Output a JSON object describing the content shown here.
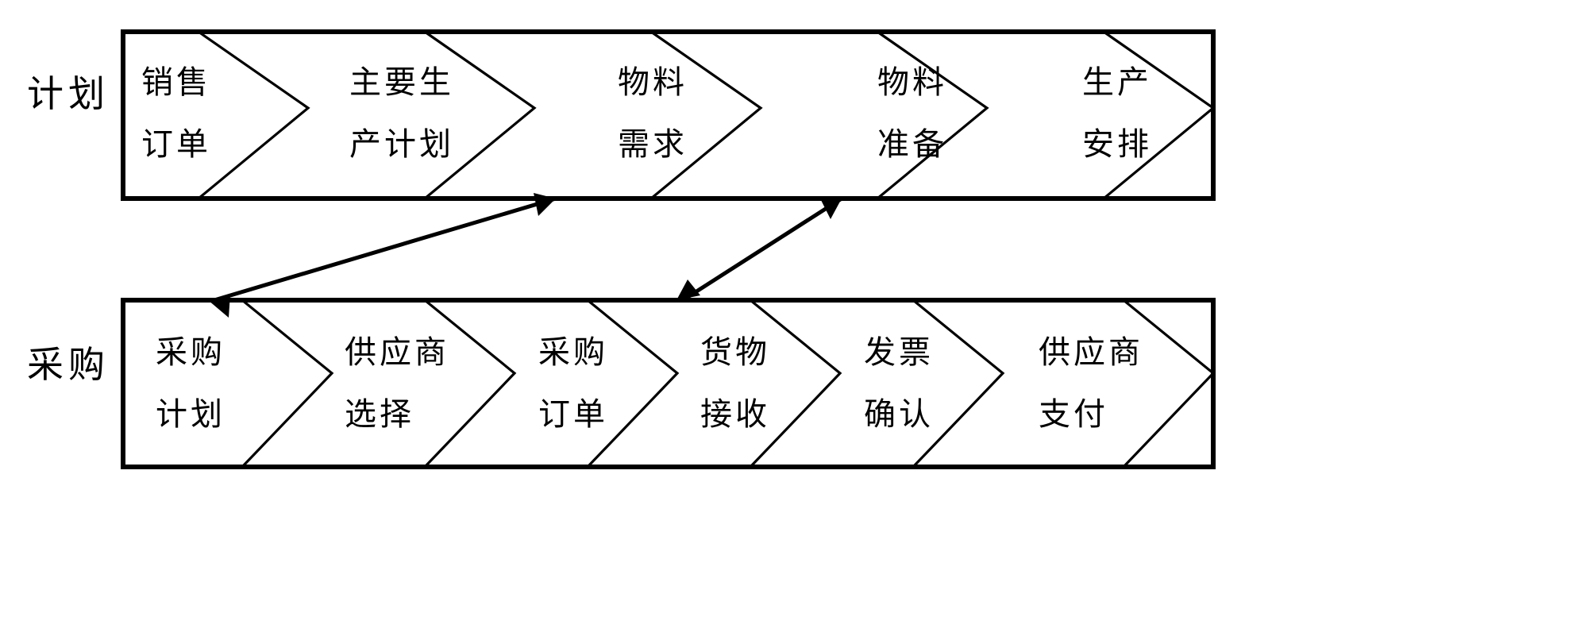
{
  "diagram": {
    "title": "",
    "type": "chevron-process-diagram",
    "colors": {
      "outline": "#000000",
      "chevron_stroke": "#000000",
      "background": "#ffffff",
      "arrow": "#000000"
    },
    "rows": [
      {
        "id": "planning",
        "label": "计划",
        "stages": [
          {
            "line1": "销售",
            "line2": "订单"
          },
          {
            "line1": "主要生",
            "line2": "产计划"
          },
          {
            "line1": "物料",
            "line2": "需求"
          },
          {
            "line1": "物料",
            "line2": "准备"
          },
          {
            "line1": "生产",
            "line2": "安排"
          }
        ]
      },
      {
        "id": "procurement",
        "label": "采购",
        "stages": [
          {
            "line1": "采购",
            "line2": "计划"
          },
          {
            "line1": "供应商",
            "line2": "选择"
          },
          {
            "line1": "采购",
            "line2": "订单"
          },
          {
            "line1": "货物",
            "line2": "接收"
          },
          {
            "line1": "发票",
            "line2": "确认"
          },
          {
            "line1": "供应商",
            "line2": "支付"
          }
        ]
      }
    ],
    "connectors": [
      {
        "id": "connector-1",
        "from": "物料需求",
        "to": "采购计划",
        "double_headed": true
      },
      {
        "id": "connector-2",
        "from": "物料准备",
        "to": "货物接收",
        "double_headed": true
      }
    ]
  }
}
